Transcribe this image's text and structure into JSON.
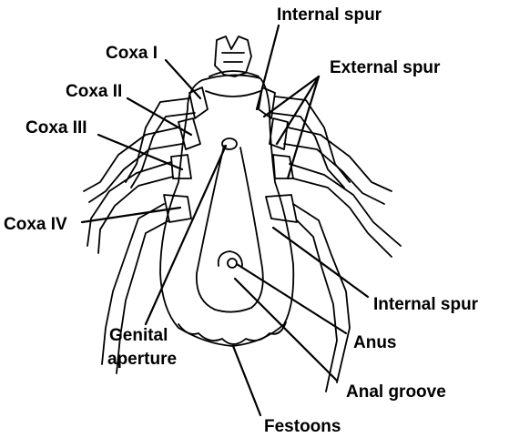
{
  "labels": {
    "internal_spur_top": "Internal spur",
    "coxa_1": "Coxa I",
    "external_spur": "External spur",
    "coxa_2": "Coxa II",
    "coxa_3": "Coxa III",
    "coxa_4": "Coxa IV",
    "internal_spur_right": "Internal spur",
    "genital_line1": "Genital",
    "genital_line2": "aperture",
    "anus": "Anus",
    "anal_groove": "Anal groove",
    "festoons": "Festoons"
  }
}
